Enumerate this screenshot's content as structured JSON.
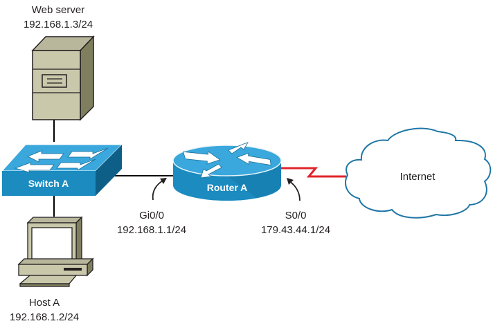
{
  "diagram": {
    "nodes": {
      "web_server": {
        "name": "Web server",
        "ip": "192.168.1.3/24"
      },
      "switch": {
        "name": "Switch A"
      },
      "host": {
        "name": "Host A",
        "ip": "192.168.1.2/24"
      },
      "router": {
        "name": "Router A"
      },
      "cloud": {
        "name": "Internet"
      }
    },
    "interfaces": {
      "gi": {
        "name": "Gi0/0",
        "ip": "192.168.1.1/24"
      },
      "serial": {
        "name": "S0/0",
        "ip": "179.43.44.1/24"
      }
    },
    "links": [
      {
        "from": "Web server",
        "to": "Switch A",
        "type": "ethernet"
      },
      {
        "from": "Host A",
        "to": "Switch A",
        "type": "ethernet"
      },
      {
        "from": "Switch A",
        "to": "Router A",
        "type": "ethernet"
      },
      {
        "from": "Router A",
        "to": "Internet",
        "type": "serial"
      }
    ],
    "colors": {
      "device_top": "#3aa8dc",
      "device_front": "#1b8bc0",
      "device_side": "#0d5f88",
      "serial_link": "#e0242b",
      "cloud_stroke": "#1f76a6",
      "pc_beige": "#c9c8ab",
      "pc_side": "#7f7f5f"
    }
  }
}
